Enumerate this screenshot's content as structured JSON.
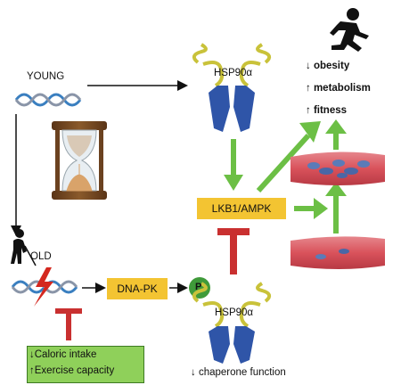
{
  "labels": {
    "young": "YOUNG",
    "old": "OLD",
    "hsp_top": "HSP90α",
    "hsp_bottom": "HSP90α",
    "lkb1_ampk": "LKB1/AMPK",
    "dna_pk": "DNA-PK",
    "phospho": "P"
  },
  "effects": [
    {
      "arrow": "↓",
      "text": "obesity"
    },
    {
      "arrow": "↑",
      "text": "metabolism"
    },
    {
      "arrow": "↑",
      "text": "fitness"
    }
  ],
  "interventions": [
    {
      "arrow": "↓",
      "text": "Caloric intake"
    },
    {
      "arrow": "↑",
      "text": "Exercise capacity"
    }
  ],
  "chaperone": {
    "arrow": "↓",
    "text": "chaperone function"
  },
  "colors": {
    "green_arrow": "#6cbf45",
    "red_inhibit": "#c93030",
    "yellow_box": "#f3c432",
    "green_box": "#8fd05a",
    "hsp_blue": "#2f55a8",
    "hsp_yellow": "#c9c23a",
    "muscle_red": "#d9525b"
  },
  "icons": [
    "runner-icon",
    "hourglass-icon",
    "dna-icon",
    "elderly-person-icon",
    "lightning-icon",
    "muscle-fiber-icon"
  ]
}
